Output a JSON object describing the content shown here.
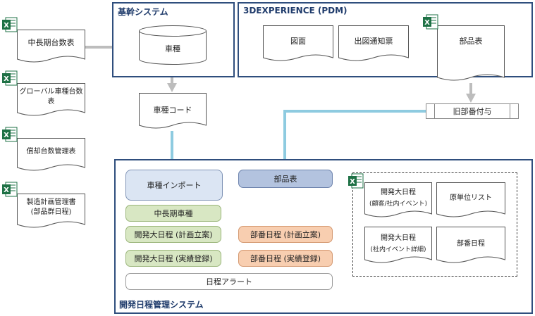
{
  "left_docs": [
    {
      "label": "中長期台数表"
    },
    {
      "label": "グローバル車種台数表"
    },
    {
      "label": "償却台数管理表"
    },
    {
      "label": "製造計画管理書",
      "sub": "(部品群日程)"
    }
  ],
  "kikan": {
    "title": "基幹システム",
    "db_label": "車種"
  },
  "shashu_code": {
    "label": "車種コード"
  },
  "pdm": {
    "title": "3DEXPERIENCE (PDM)",
    "docs": [
      "図面",
      "出図通知票",
      "部品表"
    ]
  },
  "kyu_buban": {
    "label": "旧部番付与"
  },
  "kaihatsu": {
    "title": "開発日程管理システム",
    "shashu_import": "車種インポート",
    "buhinhyo": "部品表",
    "chuchoki": "中長期車種",
    "kaihatsu_keikaku": "開発大日程 (計画立案)",
    "kaihatsu_jisseki": "開発大日程 (実績登録)",
    "buban_keikaku": "部番日程 (計画立案)",
    "buban_jisseki": "部番日程 (実績登録)",
    "alert": "日程アラート",
    "excel_docs": [
      {
        "label": "開発大日程",
        "sub": "(顧客/社内イベント)"
      },
      {
        "label": "原単位リスト"
      },
      {
        "label": "開発大日程",
        "sub": "(社内イベント詳細)"
      },
      {
        "label": "部番日程"
      }
    ]
  },
  "colors": {
    "system_border": "#2f4e7d",
    "arrow_gray": "#bdbdbd",
    "arrow_blue": "#8ecbe0",
    "excel_green": "#1e7145"
  }
}
